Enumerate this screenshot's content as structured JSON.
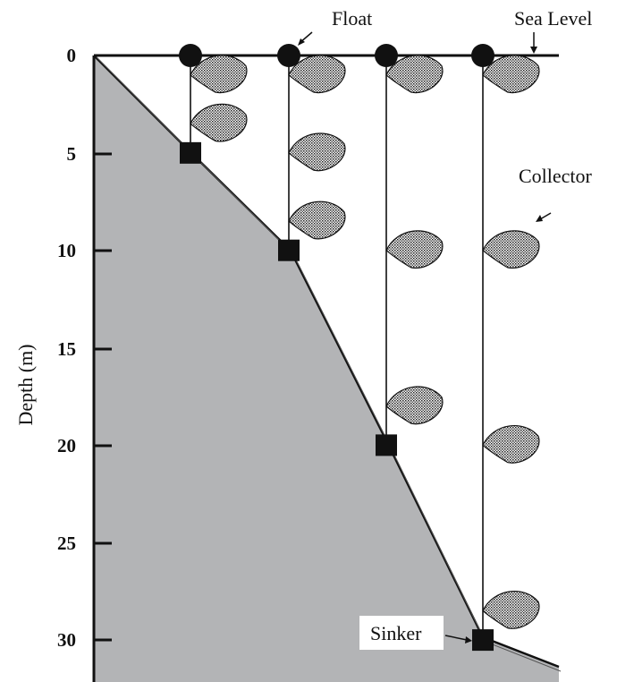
{
  "diagram": {
    "y_axis_title": "Depth (m)",
    "y_ticks": [
      "0",
      "5",
      "10",
      "15",
      "20",
      "25",
      "30"
    ],
    "labels": {
      "float": "Float",
      "sea_level": "Sea Level",
      "collector": "Collector",
      "sinker": "Sinker"
    },
    "colors": {
      "seabed": "#b3b4b6",
      "ink": "#111111"
    },
    "lines": [
      {
        "sinker_depth_m": 5,
        "collector_depths_m": [
          1,
          3.5
        ]
      },
      {
        "sinker_depth_m": 10,
        "collector_depths_m": [
          1,
          5,
          8.5
        ]
      },
      {
        "sinker_depth_m": 20,
        "collector_depths_m": [
          1,
          10,
          18
        ]
      },
      {
        "sinker_depth_m": 30,
        "collector_depths_m": [
          1,
          10,
          20,
          28.5
        ]
      }
    ]
  }
}
